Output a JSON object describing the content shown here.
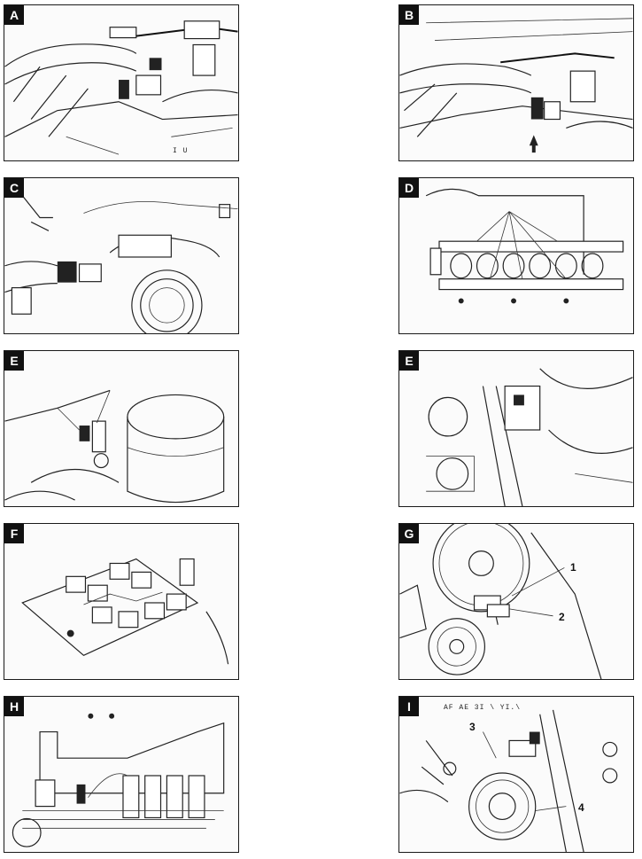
{
  "panels": {
    "A": {
      "label": "A",
      "caption": "I U"
    },
    "B": {
      "label": "B"
    },
    "C": {
      "label": "C"
    },
    "D": {
      "label": "D"
    },
    "E1": {
      "label": "E"
    },
    "E2": {
      "label": "E"
    },
    "F": {
      "label": "F"
    },
    "G": {
      "label": "G",
      "callouts": [
        "1",
        "2"
      ]
    },
    "H": {
      "label": "H"
    },
    "I": {
      "label": "I",
      "caption": "AF AE 3I \\ YI.\\",
      "callouts": [
        "3",
        "4"
      ]
    }
  }
}
